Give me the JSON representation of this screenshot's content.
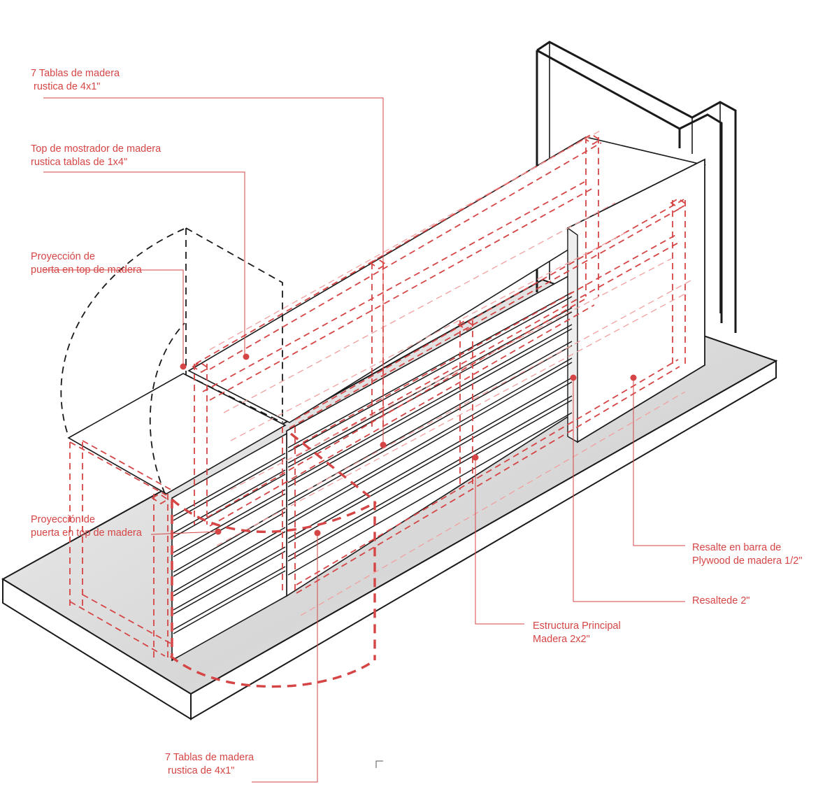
{
  "colors": {
    "annotation": "#d64545",
    "annotation_light": "#f0a0a0",
    "outline": "#1a1a1a",
    "shade": "#d9d9d9"
  },
  "annotations": {
    "tablas_top": [
      "7 Tablas de madera",
      " rustica de 4x1\""
    ],
    "top_mostrador": [
      "Top de mostrador de madera",
      "rustica tablas de 1x4\""
    ],
    "proyeccion_upper": [
      "Proyección de",
      "puerta en top de madera"
    ],
    "proyeccion_lower": [
      "Proyección de",
      "puerta en top de madera"
    ],
    "resalte_plywood": [
      "Resalte en barra de",
      "Plywood de madera 1/2\""
    ],
    "resalte_2": [
      "Resaltede 2\""
    ],
    "estructura": [
      "Estructura Principal",
      "Madera 2x2\""
    ],
    "tablas_bottom": [
      "7 Tablas de madera",
      " rustica de 4x1\""
    ]
  }
}
